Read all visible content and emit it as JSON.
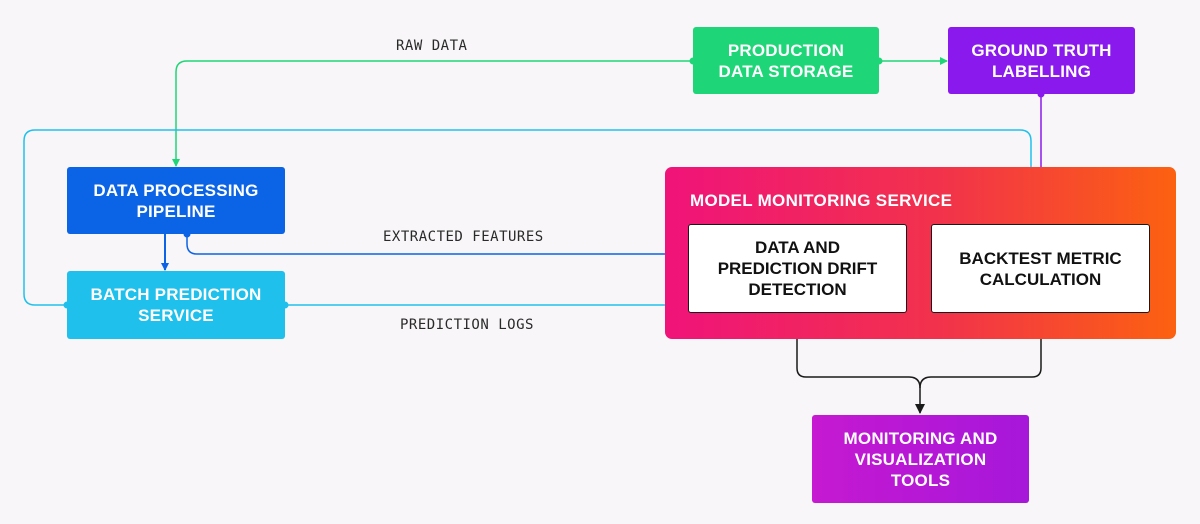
{
  "boxes": {
    "production_storage": "PRODUCTION\nDATA STORAGE",
    "ground_truth": "GROUND TRUTH\nLABELLING",
    "processing_pipeline": "DATA PROCESSING\nPIPELINE",
    "batch_prediction": "BATCH PREDICTION\nSERVICE",
    "monitoring_service": "MODEL MONITORING SERVICE",
    "drift_detection": "DATA AND\nPREDICTION DRIFT\nDETECTION",
    "backtest": "BACKTEST METRIC\nCALCULATION",
    "tools": "MONITORING AND\nVISUALIZATION\nTOOLS"
  },
  "flows": {
    "raw_data": "RAW DATA",
    "extracted_features": "EXTRACTED FEATURES",
    "prediction_logs": "PREDICTION LOGS"
  },
  "colors": {
    "green": "#1ed677",
    "purple": "#8a19ee",
    "blue": "#0b63e6",
    "cyan": "#1fc0ec",
    "black": "#1a1a1a"
  }
}
